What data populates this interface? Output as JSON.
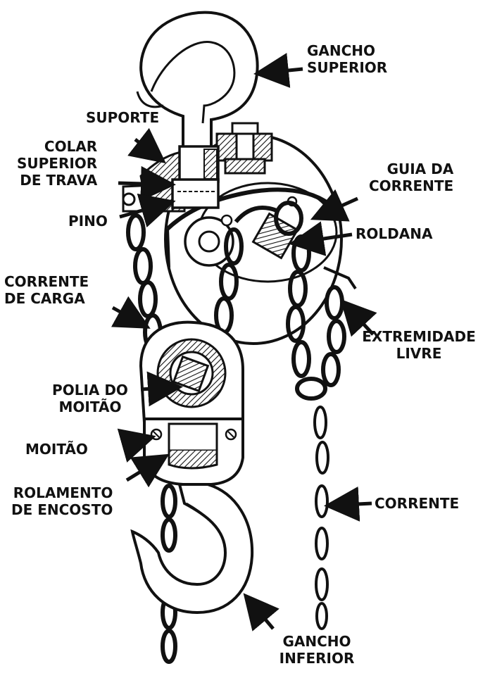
{
  "labels": {
    "gancho_superior": [
      "GANCHO",
      "SUPERIOR"
    ],
    "suporte": [
      "SUPORTE"
    ],
    "colar": [
      "COLAR",
      "SUPERIOR",
      "DE TRAVA"
    ],
    "pino": [
      "PINO"
    ],
    "guia": [
      "GUIA DA",
      "CORRENTE"
    ],
    "roldana": [
      "ROLDANA"
    ],
    "corrente_carga": [
      "CORRENTE",
      "DE CARGA"
    ],
    "extremidade": [
      "EXTREMIDADE",
      "LIVRE"
    ],
    "polia": [
      "POLIA DO",
      "MOITÃO"
    ],
    "moitao": [
      "MOITÃO"
    ],
    "rolamento": [
      "ROLAMENTO",
      "DE ENCOSTO"
    ],
    "corrente": [
      "CORRENTE"
    ],
    "gancho_inferior": [
      "GANCHO",
      "INFERIOR"
    ]
  },
  "colors": {
    "ink": "#111111",
    "paper": "#ffffff",
    "shade": "#cfcfcf"
  }
}
